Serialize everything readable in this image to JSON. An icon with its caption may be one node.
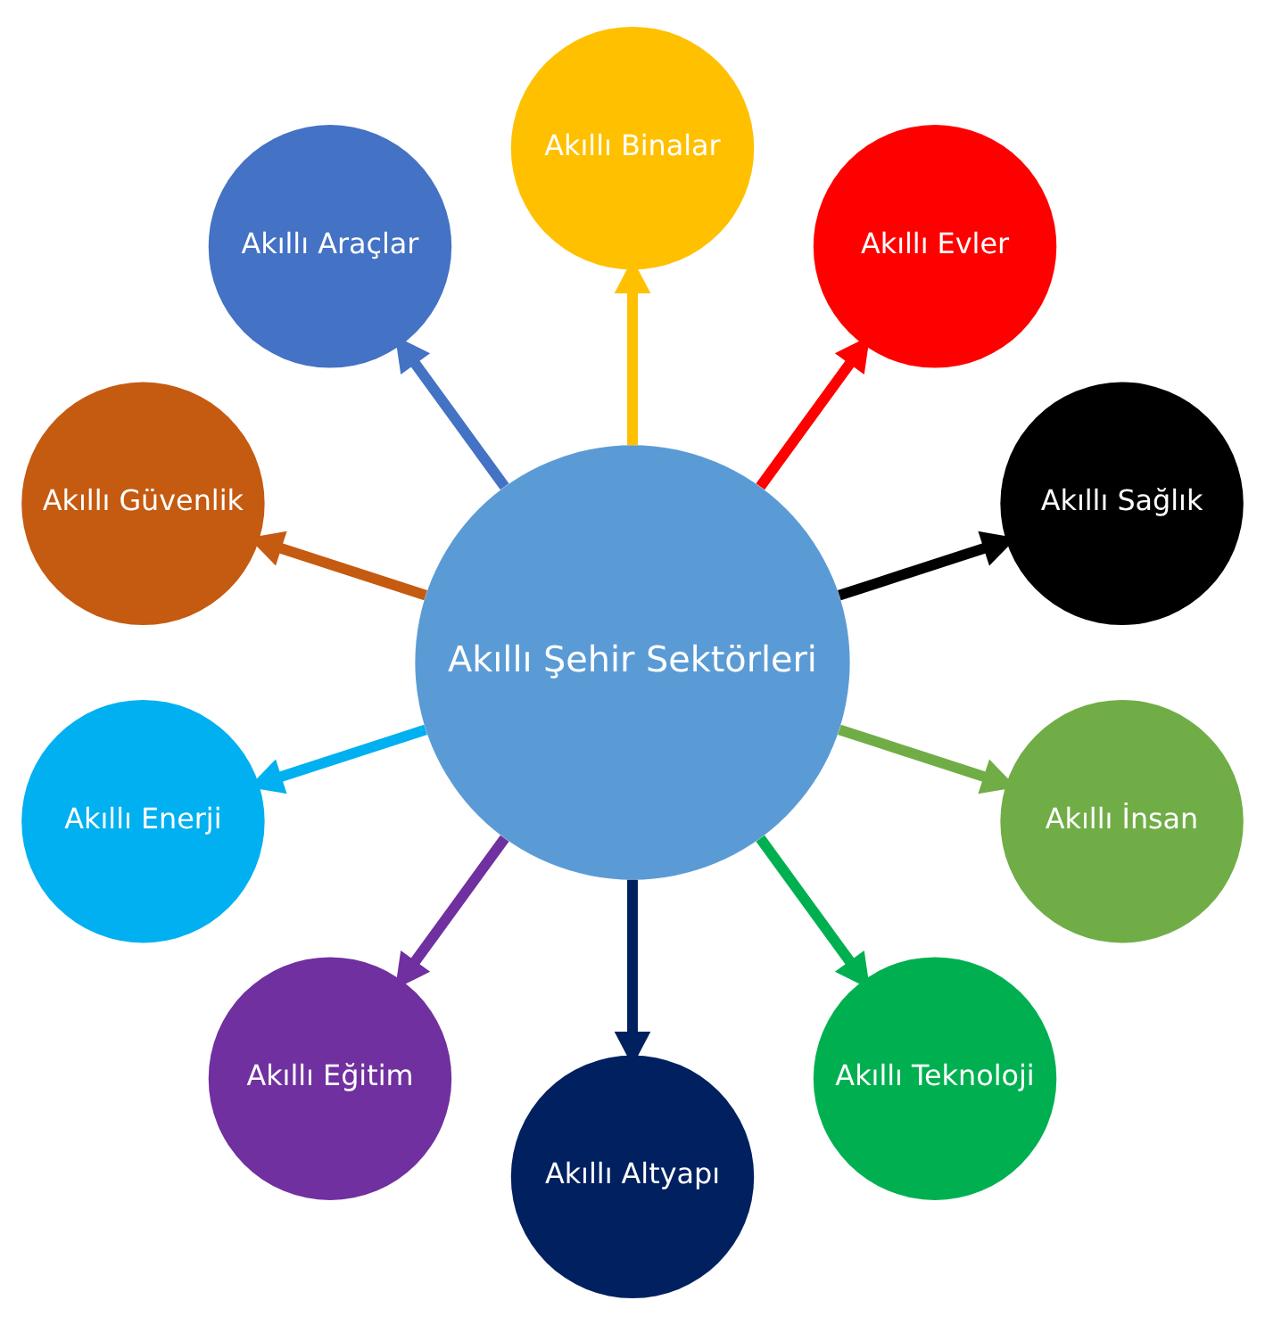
{
  "diagram": {
    "nodes": [
      {
        "text": [
          "Akıllı Şehir Sektörleri"
        ]
      },
      {
        "text": [
          "Akıllı Sağlık"
        ]
      },
      {
        "text": [
          "Akıllı Evler"
        ]
      },
      {
        "text": [
          "Akıllı Binalar"
        ]
      },
      {
        "text": [
          "Akıllı Araçlar"
        ]
      },
      {
        "text": [
          "Akıllı Güvenlik"
        ]
      },
      {
        "text": [
          "Akıllı Enerji"
        ]
      },
      {
        "text": [
          "Akıllı Eğitim"
        ]
      },
      {
        "text": [
          "Akıllı Altyapı"
        ]
      },
      {
        "text": [
          "Akıllı Teknoloji"
        ]
      },
      {
        "text": [
          "Akıllı İnsan"
        ]
      }
    ],
    "edges": [
      {
        "from": 0,
        "to": 1,
        "arrow": "to",
        "color": "#000000"
      },
      {
        "from": 0,
        "to": 2,
        "arrow": "to",
        "color": "#ff0000"
      },
      {
        "from": 0,
        "to": 3,
        "arrow": "to",
        "color": "#ffc000"
      },
      {
        "from": 0,
        "to": 4,
        "arrow": "to",
        "color": "#4472c4"
      },
      {
        "from": 0,
        "to": 5,
        "arrow": "to",
        "color": "#c55a11"
      },
      {
        "from": 0,
        "to": 6,
        "arrow": "to",
        "color": "#00b0f0"
      },
      {
        "from": 0,
        "to": 7,
        "arrow": "to",
        "color": "#7030a0"
      },
      {
        "from": 0,
        "to": 8,
        "arrow": "to",
        "color": "#002060"
      },
      {
        "from": 0,
        "to": 9,
        "arrow": "to",
        "color": "#00b050"
      },
      {
        "from": 0,
        "to": 10,
        "arrow": "to",
        "color": "#70ad47"
      }
    ]
  }
}
